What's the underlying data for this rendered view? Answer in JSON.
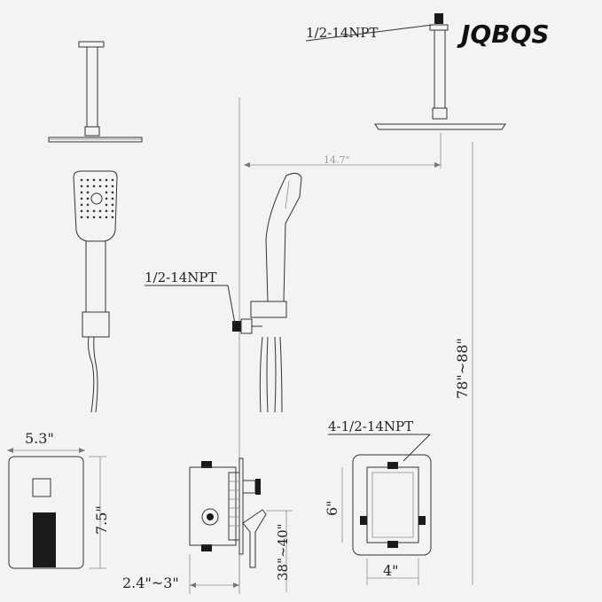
{
  "brand": "JQBQS",
  "labels": {
    "top_thread": "1/2-14NPT",
    "wall_thread": "1/2-14NPT",
    "valve_thread": "4-1/2-14NPT"
  },
  "dimensions": {
    "arm_reach": "14.7\"",
    "height_range": "78\"~88\"",
    "trim_width": "5.3\"",
    "trim_height": "7.5\"",
    "valve_depth": "2.4\"~3\"",
    "valve_height": "38\"~40\"",
    "box_height": "6\"",
    "box_width": "4\""
  }
}
